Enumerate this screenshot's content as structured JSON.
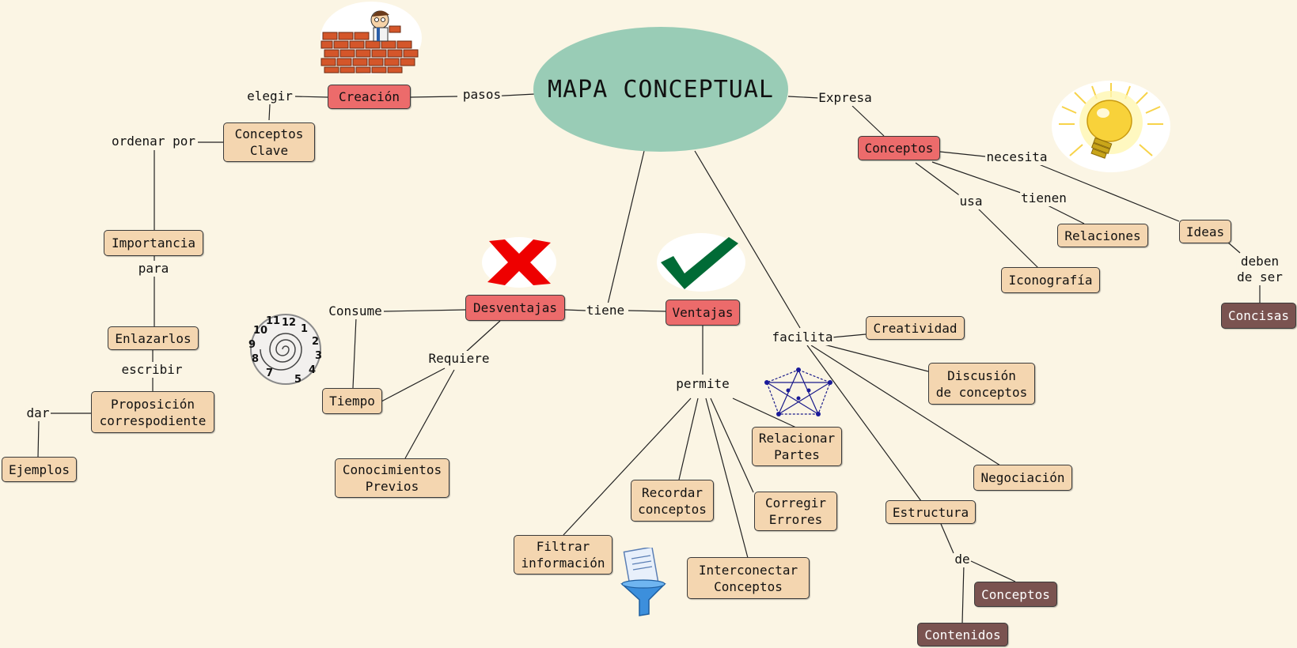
{
  "title": "MAPA CONCEPTUAL",
  "concepts": {
    "creacion": "Creación",
    "conceptos_clave": "Conceptos\nClave",
    "importancia": "Importancia",
    "enlazarlos": "Enlazarlos",
    "proposicion": "Proposición\ncorrespodiente",
    "ejemplos": "Ejemplos",
    "desventajas": "Desventajas",
    "tiempo": "Tiempo",
    "conocimientos_previos": "Conocimientos\nPrevios",
    "ventajas": "Ventajas",
    "recordar": "Recordar\nconceptos",
    "filtrar": "Filtrar\ninformación",
    "interconectar": "Interconectar\nConceptos",
    "corregir": "Corregir\nErrores",
    "relacionar": "Relacionar\nPartes",
    "creatividad": "Creatividad",
    "discusion": "Discusión\nde conceptos",
    "negociacion": "Negociación",
    "estructura": "Estructura",
    "conceptos_struct": "Conceptos",
    "contenidos": "Contenidos",
    "conceptos": "Conceptos",
    "relaciones": "Relaciones",
    "iconografia": "Iconografía",
    "ideas": "Ideas",
    "concisas": "Concisas"
  },
  "links": {
    "pasos": "pasos",
    "elegir": "elegir",
    "ordenar_por": "ordenar por",
    "para": "para",
    "escribir": "escribir",
    "dar": "dar",
    "tiene": "tiene",
    "consume": "Consume",
    "requiere": "Requiere",
    "permite": "permite",
    "facilita": "facilita",
    "de": "de",
    "expresa": "Expresa",
    "necesita": "necesita",
    "tienen": "tienen",
    "usa": "usa",
    "deben_ser": "deben\nde ser"
  },
  "colors": {
    "main_ellipse": "#99ccb6",
    "red_node": "#ec6b6b",
    "beige_node": "#f4d6b0",
    "brown_node": "#7a5350",
    "background": "#fbf5e4"
  },
  "icons": [
    "brick-wall-worker-icon",
    "red-x-icon",
    "green-check-icon",
    "clock-spiral-icon",
    "network-star-icon",
    "funnel-document-icon",
    "light-bulb-icon"
  ]
}
